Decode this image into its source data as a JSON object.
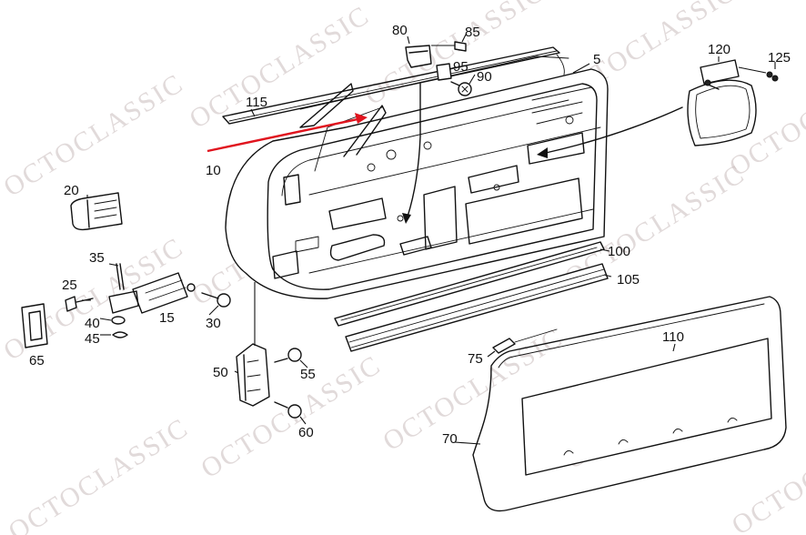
{
  "watermark": {
    "text": "OCTOCLASSIC",
    "color": "#c9bcbc"
  },
  "accent_color": "#e0141e",
  "callouts": {
    "c5": "5",
    "c10": "10",
    "c15": "15",
    "c20": "20",
    "c25": "25",
    "c30": "30",
    "c35": "35",
    "c40": "40",
    "c45": "45",
    "c50": "50",
    "c55": "55",
    "c60": "60",
    "c65": "65",
    "c70": "70",
    "c75": "75",
    "c80": "80",
    "c85": "85",
    "c90": "90",
    "c95": "95",
    "c100": "100",
    "c105": "105",
    "c110": "110",
    "c115": "115",
    "c120": "120",
    "c125": "125"
  }
}
